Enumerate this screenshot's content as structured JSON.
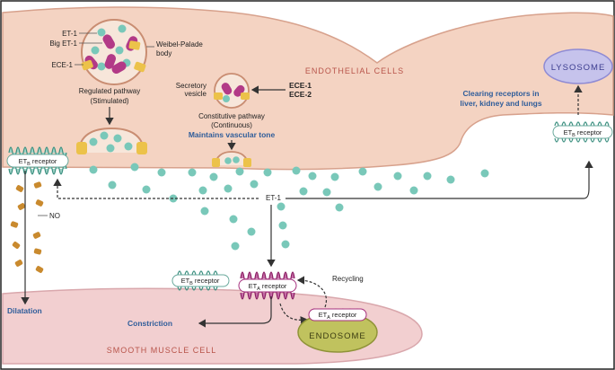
{
  "colors": {
    "endothelium": "#f4d3c2",
    "endothelium_edge": "#d7a18c",
    "muscle": "#f2cfd0",
    "muscle_edge": "#d9a7ac",
    "et1": "#79c8b9",
    "big_et1": "#b23a87",
    "ece": "#ecc24a",
    "receptor_b": "#7cc4b4",
    "receptor_a": "#a6307e",
    "lysosome": "#c6c3ec",
    "endosome": "#c0c25e",
    "no_molecule": "#c98a2e",
    "label_blue": "#2f5d9a",
    "label_red": "#b8544a"
  },
  "vesicle_labels": {
    "et1": "ET-1",
    "big_et1": "Big ET-1",
    "ece1": "ECE-1",
    "weibel_palade": [
      "Weibel-Palade",
      "body"
    ]
  },
  "regulated_pathway": [
    "Regulated pathway",
    "(Stimulated)"
  ],
  "secretory_vesicle": [
    "Secretory",
    "vesicle"
  ],
  "ece_labels": [
    "ECE-1",
    "ECE-2"
  ],
  "constitutive_pathway": [
    "Constitutive pathway",
    "(Continuous)"
  ],
  "maintains_tone": "Maintains vascular tone",
  "endothelial_cells": "ENDOTHELIAL CELLS",
  "lysosome": "LYSOSOME",
  "clearing_receptors": [
    "Clearing receptors in",
    "liver, kidney and lungs"
  ],
  "receptor_b_label": "ETB receptor",
  "receptor_a_label": "ETA receptor",
  "receptor_b_parts": [
    "ET",
    "B",
    " receptor"
  ],
  "receptor_a_parts": [
    "ET",
    "A",
    " receptor"
  ],
  "no_label": "NO",
  "et1_label": "ET-1",
  "dilatation": "Dilatation",
  "constriction": "Constriction",
  "recycling": "Recycling",
  "endosome": "ENDOSOME",
  "smooth_muscle_cell": "SMOOTH MUSCLE CELL"
}
